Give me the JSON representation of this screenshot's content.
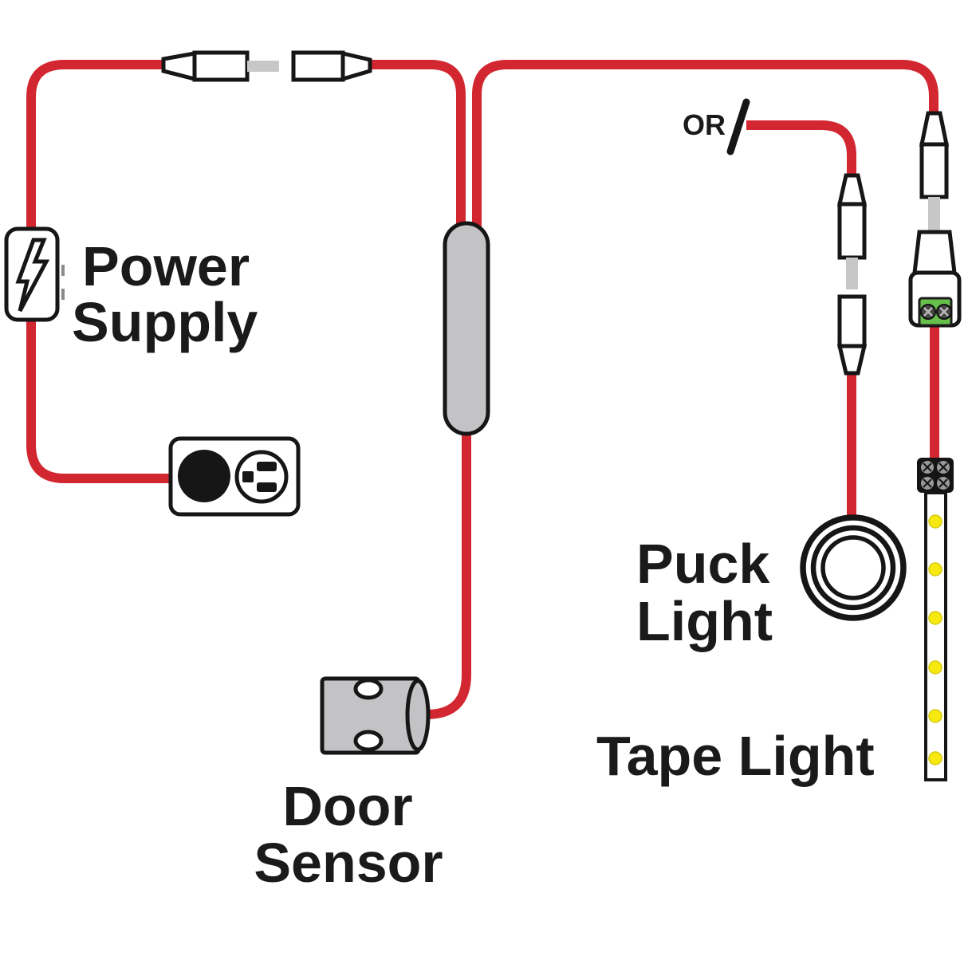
{
  "diagram": {
    "labels": {
      "power_supply": [
        "Power",
        "Supply"
      ],
      "door_sensor": [
        "Door",
        "Sensor"
      ],
      "puck_light": [
        "Puck",
        "Light"
      ],
      "tape_light": "Tape Light",
      "or_label": "OR"
    },
    "colors": {
      "wire_red": "#d22730",
      "component_gray": "#c3c3c6",
      "tab_gray": "#c7c7c7",
      "terminal_green": "#67c04c",
      "led_yellow": "#f6e90f",
      "screw_gray": "#999999",
      "screw_dark": "#454545"
    },
    "icons": {
      "power_supply": "lightning-bolt-adapter-icon",
      "wall_outlet": "plug-and-outlet-icon",
      "connectors": "inline-cable-connector-pair-icon",
      "switch_module": "inline-switch-module-icon",
      "door_sensor": "door-sensor-icon",
      "puck_light": "puck-light-rings-icon",
      "tape_light": "led-tape-strip-icon"
    }
  }
}
